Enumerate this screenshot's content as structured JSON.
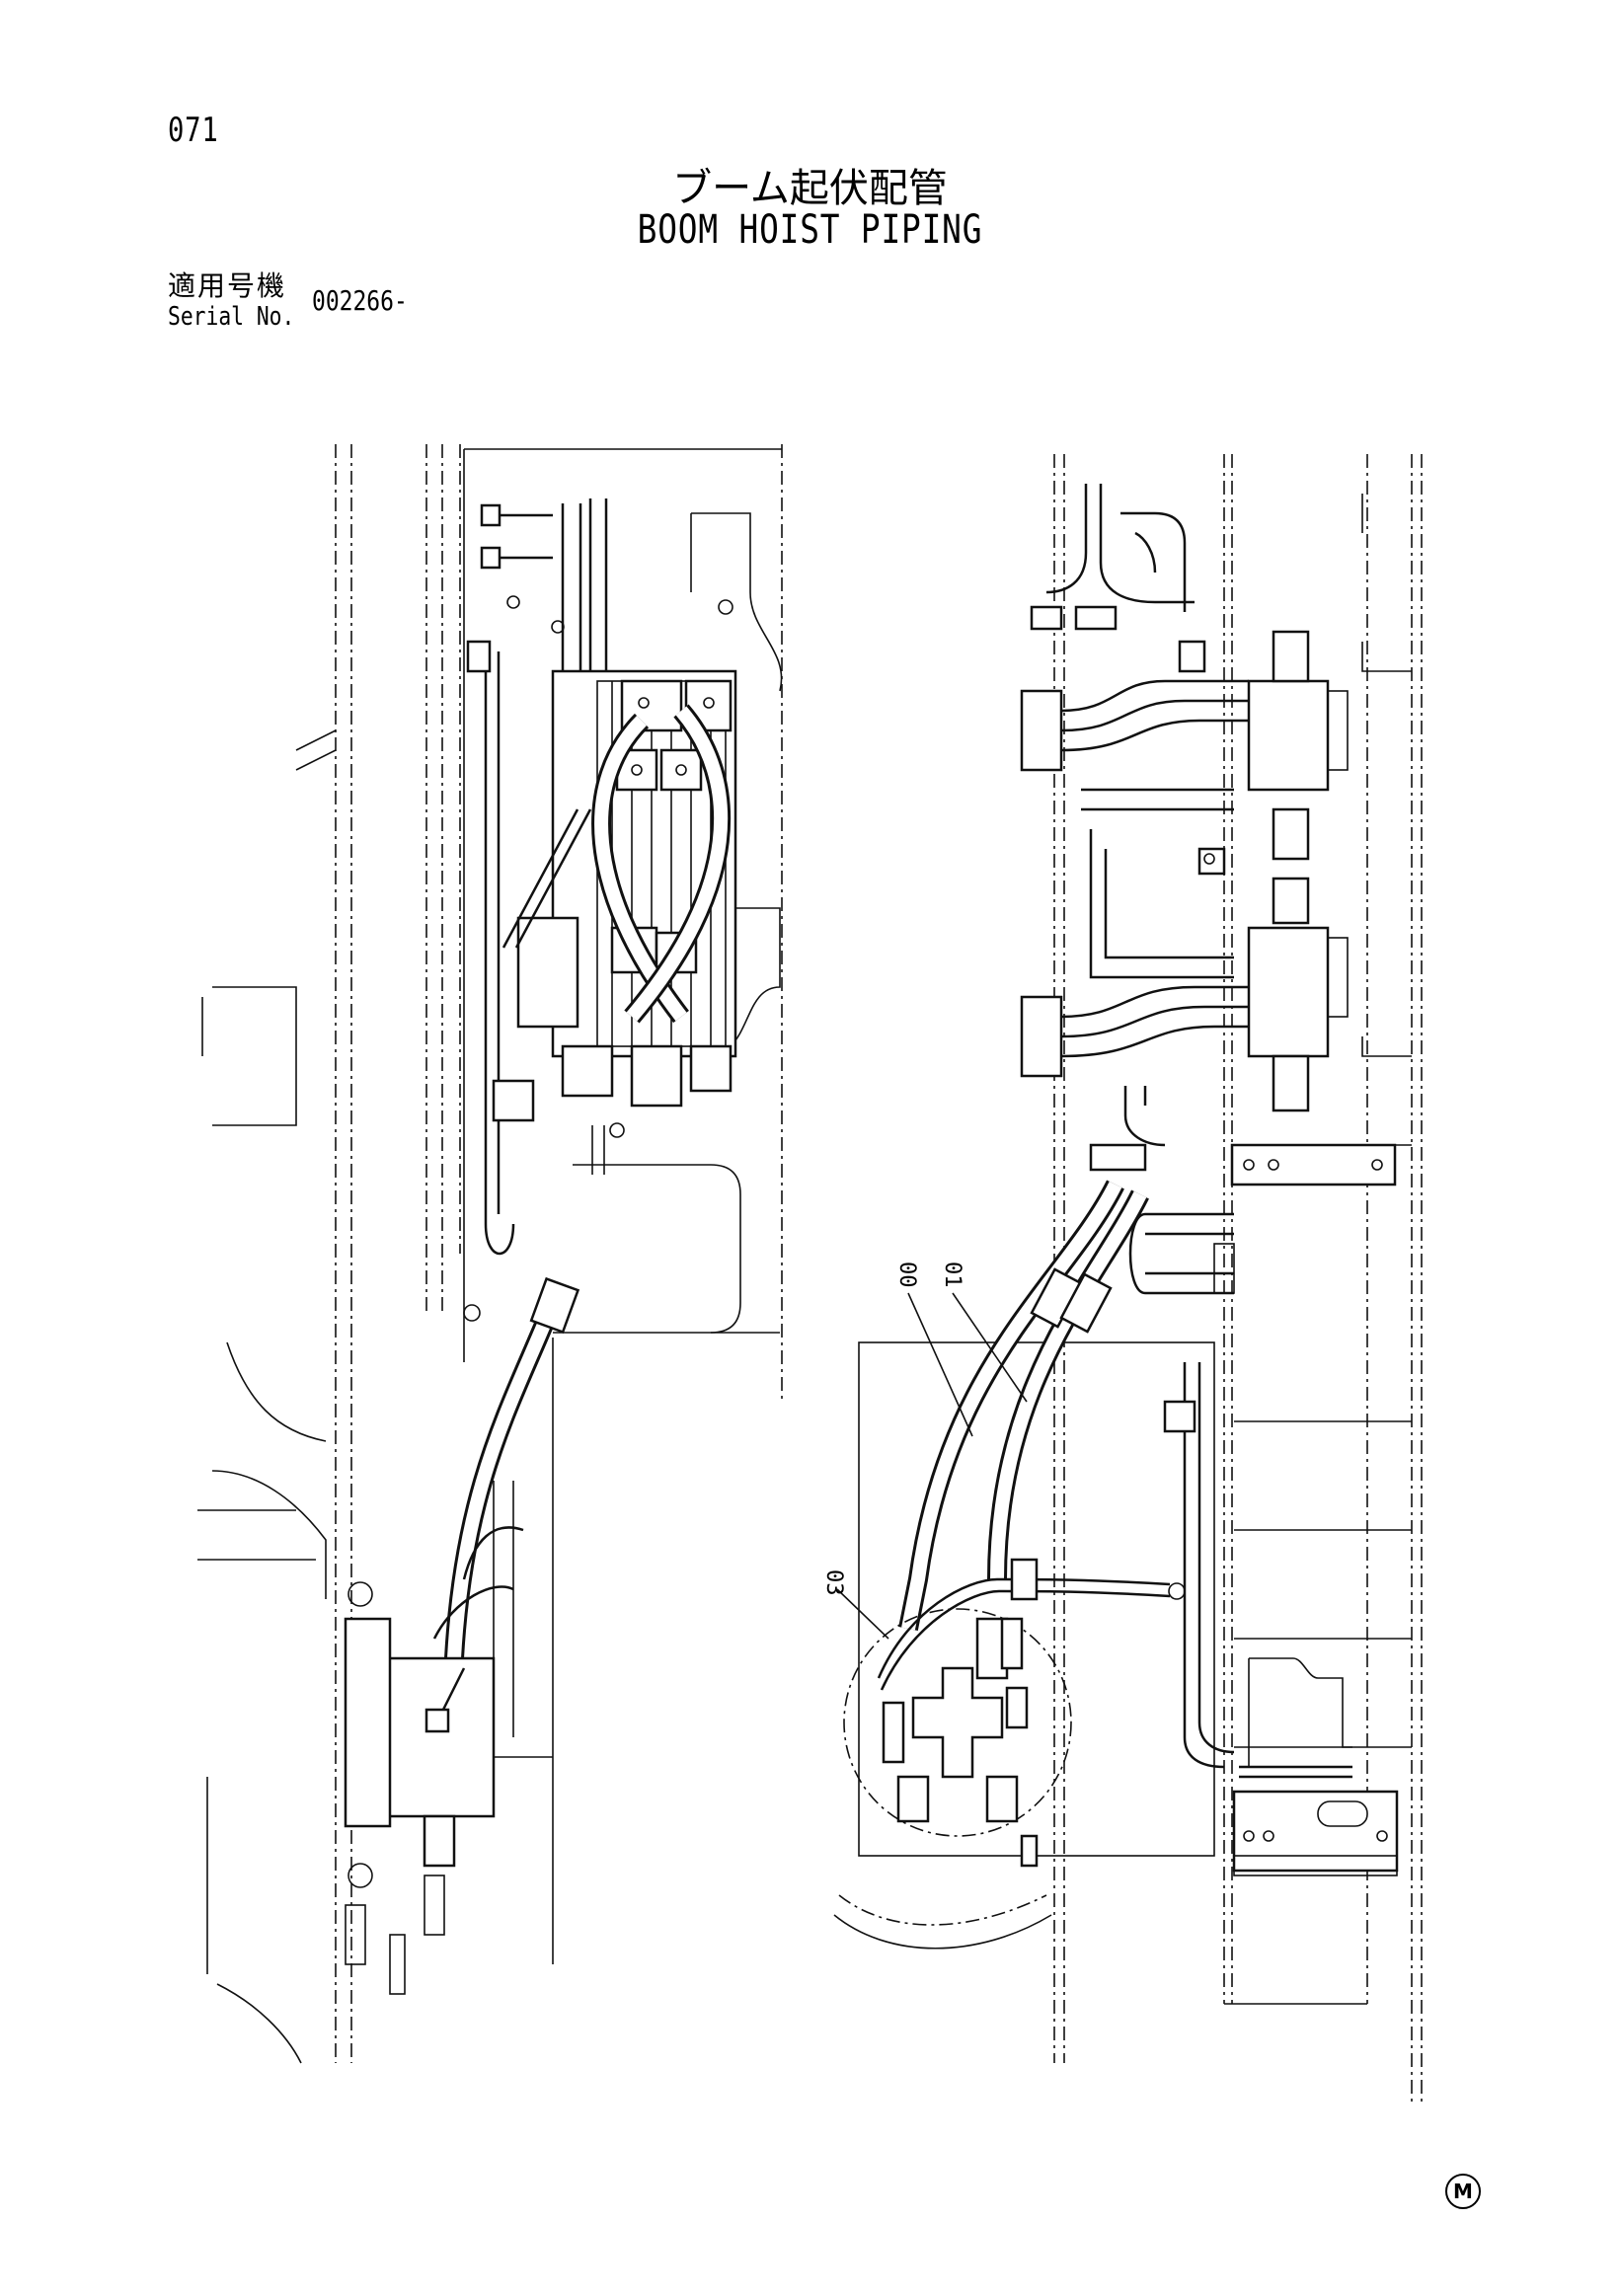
{
  "page_number": "071",
  "title_jp": "ブーム起伏配管",
  "title_en": "BOOM HOIST PIPING",
  "serial": {
    "label_jp": "適用号機",
    "label_en": "Serial No.",
    "value": "002266-"
  },
  "callouts": [
    "00",
    "01",
    "03"
  ],
  "footer_mark": "M"
}
